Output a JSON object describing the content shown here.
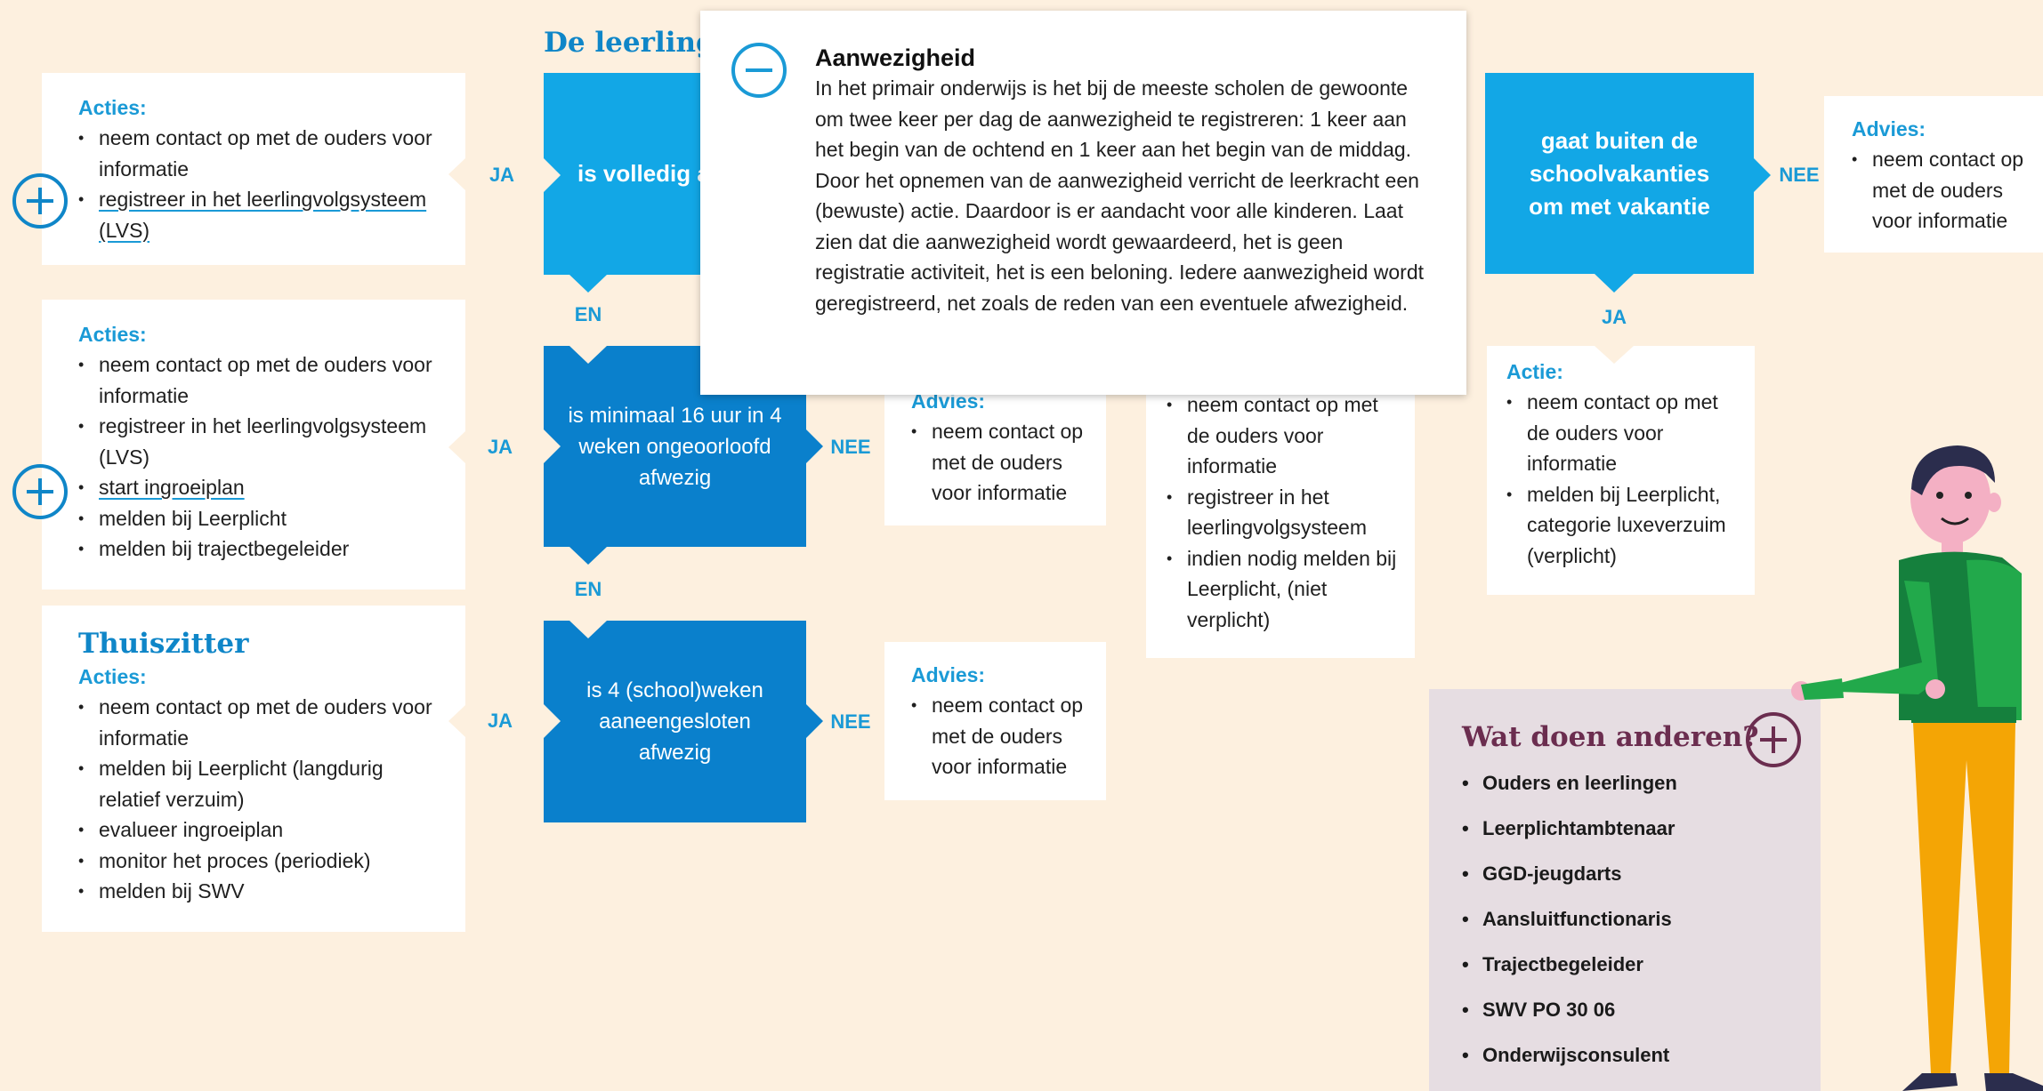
{
  "heading": "De leerling:",
  "connectors": {
    "ja": "JA",
    "nee": "NEE",
    "en": "EN"
  },
  "row1": {
    "actions": {
      "label": "Acties:",
      "items": [
        "neem contact op met de ouders voor informatie",
        "registreer in het leerlingvolgsysteem (LVS)"
      ]
    },
    "box": "is volledig a",
    "right_box": "gaat buiten de schoolvakanties om met vakantie",
    "advice": {
      "label": "Advies:",
      "items": [
        "neem contact op met de ouders voor informatie"
      ]
    }
  },
  "row2": {
    "actions": {
      "label": "Acties:",
      "items": [
        "neem contact op met de ouders voor informatie",
        "registreer in het leerlingvolgsysteem (LVS)",
        "start ingroeiplan",
        "melden bij Leerplicht",
        "melden bij trajectbegeleider"
      ]
    },
    "box": "is minimaal 16 uur in 4 weken ongeoorloofd afwezig",
    "advice": {
      "label": "Advies:",
      "items": [
        "neem contact op met de ouders voor informatie"
      ]
    },
    "middle_card": {
      "items": [
        "neem contact op met de ouders voor informatie",
        "registreer in het leerlingvolgsysteem",
        "indien nodig melden bij Leerplicht, (niet verplicht)"
      ]
    },
    "action_card": {
      "label": "Actie:",
      "items": [
        "neem contact op met de ouders voor informatie",
        "melden bij Leerplicht, categorie luxeverzuim (verplicht)"
      ]
    }
  },
  "row3": {
    "title": "Thuiszitter",
    "actions": {
      "label": "Acties:",
      "items": [
        "neem contact op met de ouders voor informatie",
        "melden bij Leerplicht (langdurig relatief verzuim)",
        "evalueer ingroeiplan",
        "monitor het proces (periodiek)",
        "melden bij SWV"
      ]
    },
    "box": "is 4 (school)weken aaneengesloten afwezig",
    "advice": {
      "label": "Advies:",
      "items": [
        "neem contact op met de ouders voor informatie"
      ]
    }
  },
  "modal": {
    "title": "Aanwezigheid",
    "body": "In het primair onderwijs is het bij de meeste scholen de gewoonte om twee keer per dag de aanwezigheid te registreren: 1 keer aan het begin van de ochtend en 1 keer aan het begin van de middag. Door het opnemen van de aanwezigheid verricht de leerkracht een (bewuste) actie. Daardoor is er aandacht voor alle kinderen. Laat zien dat die aanwezigheid wordt gewaardeerd, het is geen registratie activiteit, het is een beloning. Iedere aanwezigheid wordt geregistreerd, net zoals de reden van een eventuele afwezigheid."
  },
  "others": {
    "title": "Wat doen anderen?",
    "items": [
      "Ouders en leerlingen",
      "Leerplichtambtenaar",
      "GGD-jeugdarts",
      "Aansluitfunctionaris",
      "Trajectbegeleider",
      "SWV PO 30 06",
      "Onderwijsconsulent"
    ]
  },
  "colors": {
    "background": "#fdf0df",
    "light_blue": "#12a7e6",
    "dark_blue": "#0a80cc",
    "label_blue": "#1a9ad6",
    "purple": "#6b2d4f",
    "others_bg": "#e6dde2"
  }
}
